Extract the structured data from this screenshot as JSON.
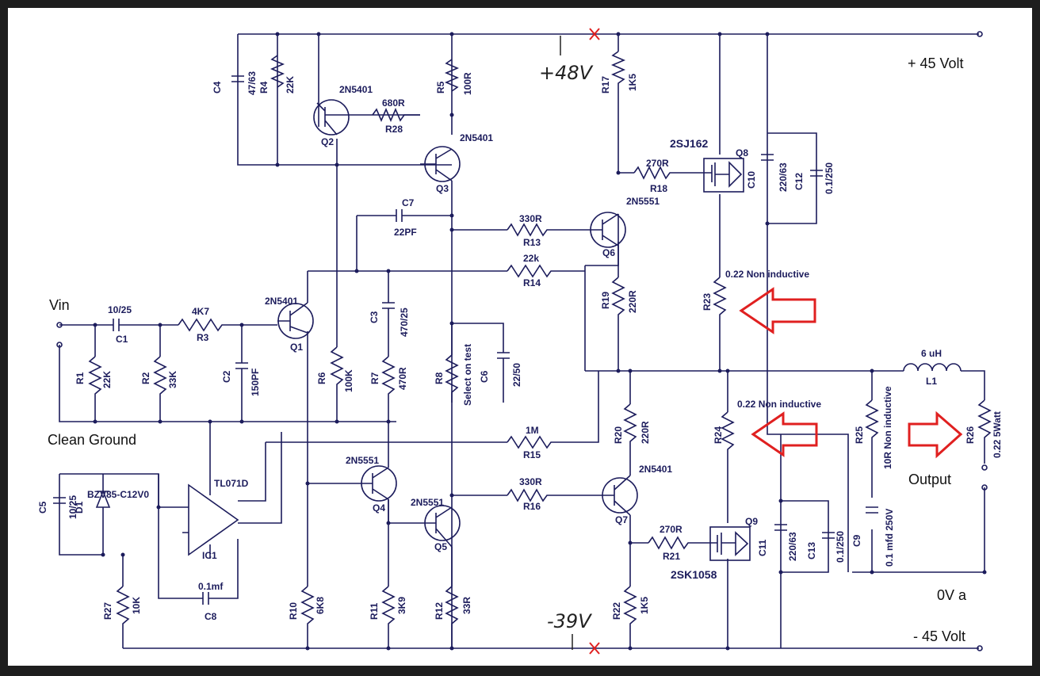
{
  "rails": {
    "positive": "+ 45 Volt",
    "negative": "- 45 Volt",
    "ground": "0V a"
  },
  "handwritten": {
    "pos": "+48V",
    "neg": "-39V"
  },
  "io": {
    "input": "Vin",
    "clean_ground": "Clean Ground",
    "output": "Output"
  },
  "components": {
    "C4": [
      "C4",
      "47/63"
    ],
    "R4": [
      "R4",
      "22K"
    ],
    "Q2": [
      "Q2",
      "2N5401"
    ],
    "R28": [
      "R28",
      "680R"
    ],
    "R5": [
      "R5",
      "100R"
    ],
    "Q3": [
      "Q3",
      "2N5401"
    ],
    "R17": [
      "R17",
      "1K5"
    ],
    "Q8": [
      "Q8",
      "2SJ162"
    ],
    "R18": [
      "R18",
      "270R"
    ],
    "C10": [
      "C10",
      "220/63"
    ],
    "C12": [
      "C12",
      "0.1/250"
    ],
    "C7": [
      "C7",
      "22PF"
    ],
    "R13": [
      "R13",
      "330R"
    ],
    "Q6": [
      "Q6",
      "2N5551"
    ],
    "R14": [
      "R14",
      "22k"
    ],
    "R19": [
      "R19",
      "220R"
    ],
    "R23": [
      "R23",
      "0.22 Non inductive"
    ],
    "C1": [
      "C1",
      "10/25"
    ],
    "R3": [
      "R3",
      "4K7"
    ],
    "Q1": [
      "Q1",
      "2N5401"
    ],
    "C3": [
      "C3",
      "470/25"
    ],
    "R1": [
      "R1",
      "22K"
    ],
    "R2": [
      "R2",
      "33K"
    ],
    "C2": [
      "C2",
      "150PF"
    ],
    "R6": [
      "R6",
      "100K"
    ],
    "R7": [
      "R7",
      "470R"
    ],
    "R8": [
      "R8",
      "Select on test"
    ],
    "C6": [
      "C6",
      "22/50"
    ],
    "L1": [
      "L1",
      "6 uH"
    ],
    "R15": [
      "R15",
      "1M"
    ],
    "R20": [
      "R20",
      "220R"
    ],
    "R24": [
      "R24",
      "0.22 Non inductive"
    ],
    "R25": [
      "R25",
      "10R Non inductive"
    ],
    "R26": [
      "R26",
      "0.22 5Watt"
    ],
    "C5": [
      "C5",
      "10/25"
    ],
    "D1": [
      "D1",
      "BZV85-C12V0"
    ],
    "IC1": [
      "IC1",
      "TL071D"
    ],
    "Q4": [
      "Q4",
      "2N5551"
    ],
    "Q5": [
      "Q5",
      "2N5551"
    ],
    "R16": [
      "R16",
      "330R"
    ],
    "Q7": [
      "Q7",
      "2N5401"
    ],
    "R21": [
      "R21",
      "270R"
    ],
    "Q9": [
      "Q9",
      "2SK1058"
    ],
    "C11": [
      "C11",
      "220/63"
    ],
    "C13": [
      "C13",
      "0.1/250"
    ],
    "C9": [
      "C9",
      "0.1 mfd 250V"
    ],
    "R27": [
      "R27",
      "10K"
    ],
    "C8": [
      "C8",
      "0.1mf"
    ],
    "R10": [
      "R10",
      "6K8"
    ],
    "R11": [
      "R11",
      "3K9"
    ],
    "R12": [
      "R12",
      "33R"
    ],
    "R22": [
      "R22",
      "1K5"
    ]
  },
  "colors": {
    "ink": "#1c1c5c",
    "annotation": "#e02020",
    "paper": "#ffffff",
    "frame": "#1e1e1e"
  }
}
